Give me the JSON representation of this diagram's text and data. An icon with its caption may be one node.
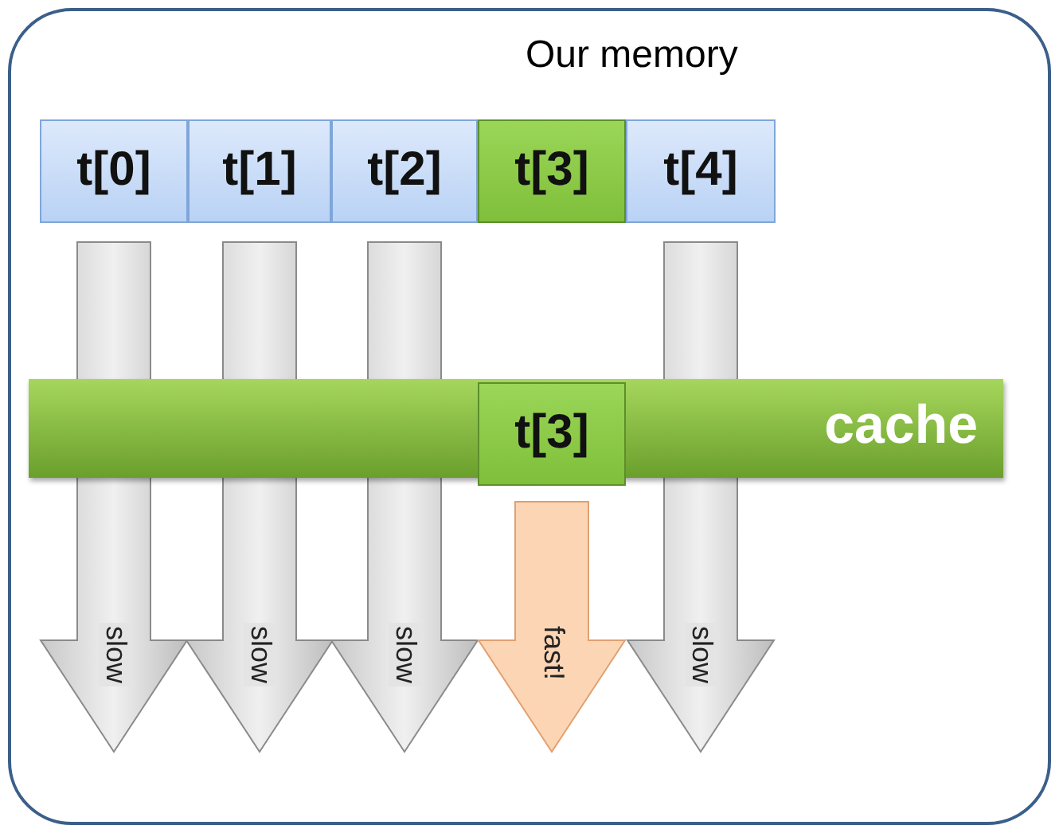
{
  "diagram": {
    "nodes": [
      {
        "text": [
          "Our memory"
        ]
      },
      {
        "text": [
          "t[0]"
        ],
        "in": 0
      },
      {
        "text": [
          "t[1]"
        ],
        "in": 0
      },
      {
        "text": [
          "t[2]"
        ],
        "in": 0
      },
      {
        "text": [
          "t[3]"
        ],
        "in": 0
      },
      {
        "text": [
          "t[4]"
        ],
        "in": 0
      },
      {
        "text": [
          "cache"
        ],
        "in": 0
      },
      {
        "text": [
          "t[3]"
        ],
        "in": 6
      }
    ],
    "edges": [
      {
        "from": 1,
        "to": null,
        "arrow": "to",
        "label": "slow"
      },
      {
        "from": 2,
        "to": null,
        "arrow": "to",
        "label": "slow"
      },
      {
        "from": 3,
        "to": null,
        "arrow": "to",
        "label": "slow"
      },
      {
        "from": 7,
        "to": null,
        "arrow": "to",
        "label": "fast!",
        "color": "#fcd5b5"
      },
      {
        "from": 5,
        "to": null,
        "arrow": "to",
        "label": "slow"
      }
    ]
  }
}
